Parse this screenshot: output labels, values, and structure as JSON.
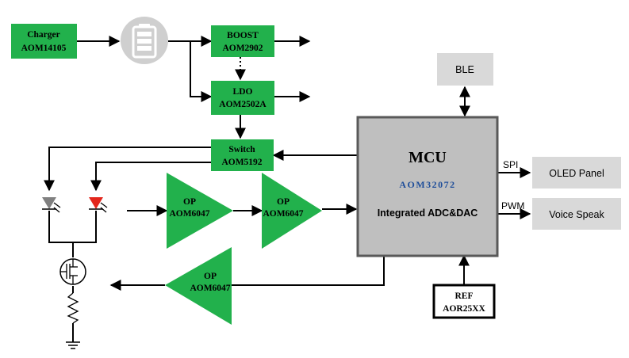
{
  "colors": {
    "green": "#22b14c",
    "mcu_fill": "#bfbfbf",
    "mcu_border": "#595959",
    "gray_box": "#d9d9d9",
    "battery_circle": "#cfcfcf",
    "mcu_part_blue": "#1f4e9a",
    "red_led": "#e3261c",
    "gray_led": "#808080"
  },
  "blocks": {
    "charger": {
      "name": "Charger",
      "part": "AOM14105"
    },
    "boost": {
      "name": "BOOST",
      "part": "AOM2902"
    },
    "ldo": {
      "name": "LDO",
      "part": "AOM2502A"
    },
    "switch": {
      "name": "Switch",
      "part": "AOM5192"
    },
    "op1": {
      "name": "OP",
      "part": "AOM6047"
    },
    "op2": {
      "name": "OP",
      "part": "AOM6047"
    },
    "op3": {
      "name": "OP",
      "part": "AOM6047"
    },
    "mcu": {
      "name": "MCU",
      "part": "AOM32072",
      "feature": "Integrated ADC&DAC"
    },
    "ble": {
      "name": "BLE"
    },
    "oled": {
      "name": "OLED Panel"
    },
    "speaker": {
      "name": "Voice Speak"
    },
    "ref": {
      "name": "REF",
      "part": "AOR25XX"
    }
  },
  "links": {
    "spi": "SPI",
    "pwm": "PWM"
  },
  "icons": [
    "battery-icon",
    "gray-led-icon",
    "red-led-icon",
    "transistor-icon",
    "resistor-icon",
    "ground-icon"
  ]
}
